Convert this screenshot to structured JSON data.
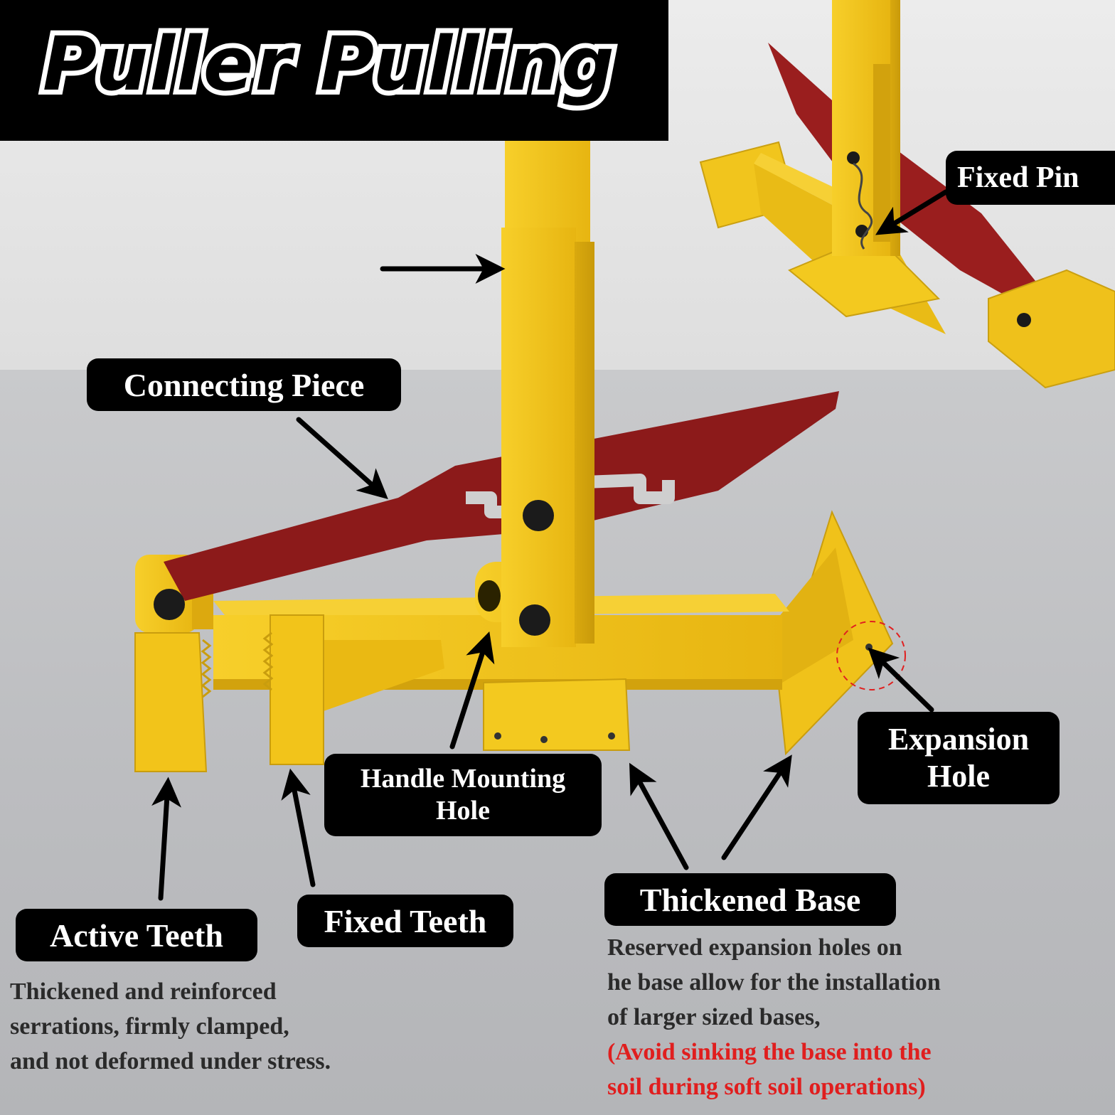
{
  "title": "Puller Pulling",
  "labels": {
    "connecting_piece": "Connecting Piece",
    "fixed_pin": "Fixed Pin",
    "handle_mounting_hole": [
      "Handle Mounting",
      "Hole"
    ],
    "expansion_hole": [
      "Expansion",
      "Hole"
    ],
    "thickened_base": "Thickened Base",
    "active_teeth": "Active Teeth",
    "fixed_teeth": "Fixed Teeth"
  },
  "descriptions": {
    "active_teeth": [
      "Thickened and reinforced",
      "serrations, firmly clamped,",
      "and not deformed under stress."
    ],
    "thickened_base": [
      "Reserved expansion holes on",
      "he base allow for the installation",
      "of larger sized bases,"
    ],
    "warning": [
      "(Avoid sinking the base into the",
      "soil during soft soil operations)"
    ]
  },
  "colors": {
    "yellow": "#f2c61a",
    "red": "#8e1a1a",
    "label_bg": "#000000",
    "warning_text": "#e01e1e"
  }
}
